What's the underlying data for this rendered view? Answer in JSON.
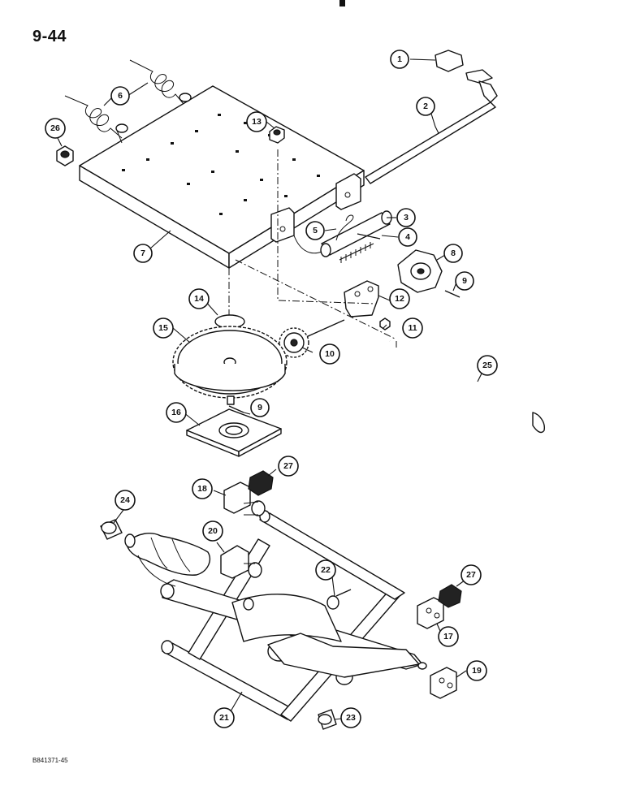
{
  "page_number": "9-44",
  "drawing_code": "B841371-45",
  "callouts": [
    {
      "label": "1",
      "part": "knob"
    },
    {
      "label": "2",
      "part": "lever"
    },
    {
      "label": "3",
      "part": "roller"
    },
    {
      "label": "4",
      "part": "pin"
    },
    {
      "label": "5",
      "part": "spring"
    },
    {
      "label": "6",
      "part": "torsion-springs"
    },
    {
      "label": "7",
      "part": "seat-plate"
    },
    {
      "label": "8",
      "part": "knob-hub"
    },
    {
      "label": "9",
      "part": "roll-pin"
    },
    {
      "label": "9",
      "part": "roll-pin"
    },
    {
      "label": "10",
      "part": "pinion-gear"
    },
    {
      "label": "11",
      "part": "bolt"
    },
    {
      "label": "12",
      "part": "bracket"
    },
    {
      "label": "13",
      "part": "nut"
    },
    {
      "label": "14",
      "part": "washer"
    },
    {
      "label": "15",
      "part": "gear"
    },
    {
      "label": "16",
      "part": "base-plate"
    },
    {
      "label": "17",
      "part": "block"
    },
    {
      "label": "18",
      "part": "block"
    },
    {
      "label": "19",
      "part": "block"
    },
    {
      "label": "20",
      "part": "block"
    },
    {
      "label": "21",
      "part": "scissor-frame"
    },
    {
      "label": "22",
      "part": "pin"
    },
    {
      "label": "23",
      "part": "bushing"
    },
    {
      "label": "24",
      "part": "bushing"
    },
    {
      "label": "25",
      "part": "rod"
    },
    {
      "label": "26",
      "part": "nut"
    },
    {
      "label": "27",
      "part": "bumper"
    },
    {
      "label": "27",
      "part": "bumper"
    }
  ]
}
